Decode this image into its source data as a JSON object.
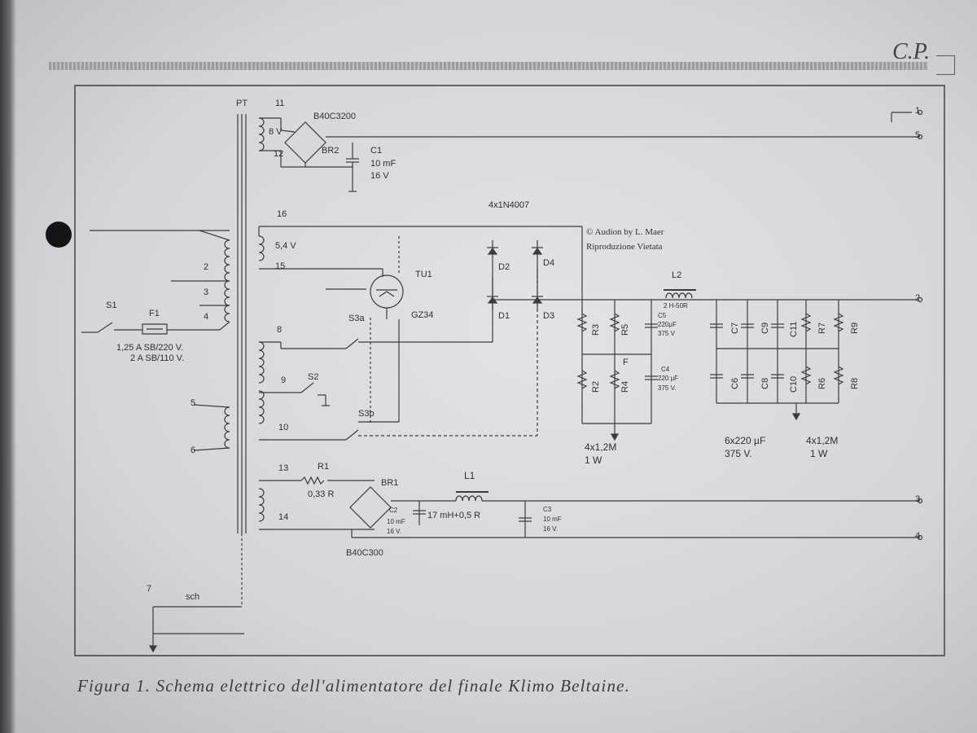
{
  "page_mark": "C.P.",
  "caption": "Figura 1. Schema elettrico dell'alimentatore del finale Klimo Beltaine.",
  "copyright": {
    "line1": "© Audion by L. Maer",
    "line2": "Riproduzione Vietata"
  },
  "transformer": {
    "ref": "PT",
    "taps": [
      "11",
      "12",
      "16",
      "15",
      "8",
      "9",
      "10",
      "13",
      "14",
      "7",
      "2",
      "3",
      "4",
      "5",
      "6"
    ],
    "v8": "8 V",
    "v54": "5,4 V",
    "screen": "sch"
  },
  "mains": {
    "switch": "S1",
    "fuse": "F1",
    "fuse_rating_1": "1,25 A SB/220 V.",
    "fuse_rating_2": "2 A SB/110 V."
  },
  "bridge_top": {
    "ref": "B40C3200",
    "br": "BR2",
    "cap": "C1",
    "cap_val1": "10 mF",
    "cap_val2": "16 V"
  },
  "hv": {
    "diodes_label": "4x1N4007",
    "d1": "D1",
    "d2": "D2",
    "d3": "D3",
    "d4": "D4",
    "tube": "TU1",
    "tube_type": "GZ34",
    "s3a": "S3a",
    "s3b": "S3b",
    "s2": "S2",
    "l2": "L2",
    "l2_val": "2 H-50R",
    "c5": "C5",
    "c5_val1": "220µF",
    "c5_val2": "375 V",
    "c4": "C4",
    "c4_val1": "220 µF",
    "c4_val2": "375 V.",
    "fuse_f": "F",
    "r3": "R3",
    "r5": "R5",
    "r2": "R2",
    "r4": "R4",
    "c7": "C7",
    "c9": "C9",
    "c11": "C11",
    "c6": "C6",
    "c8": "C8",
    "c10": "C10",
    "r7": "R7",
    "r9": "R9",
    "r6": "R6",
    "r8": "R8",
    "res_left_1": "4x1,2M",
    "res_left_2": "1 W",
    "caps_1": "6x220 µF",
    "caps_2": "375 V.",
    "res_right_1": "4x1,2M",
    "res_right_2": "1 W"
  },
  "bridge_bottom": {
    "r1": "R1",
    "r1_val": "0,33 R",
    "br": "BR1",
    "c2": "C2",
    "c2_val1": "10 mF",
    "c2_val2": "16 V.",
    "l1": "L1",
    "l1_val": "17 mH+0,5 R",
    "c3": "C3",
    "c3_val1": "10 mF",
    "c3_val2": "16 V.",
    "ref": "B40C300"
  },
  "outputs": [
    "1",
    "5",
    "2",
    "3",
    "4"
  ]
}
